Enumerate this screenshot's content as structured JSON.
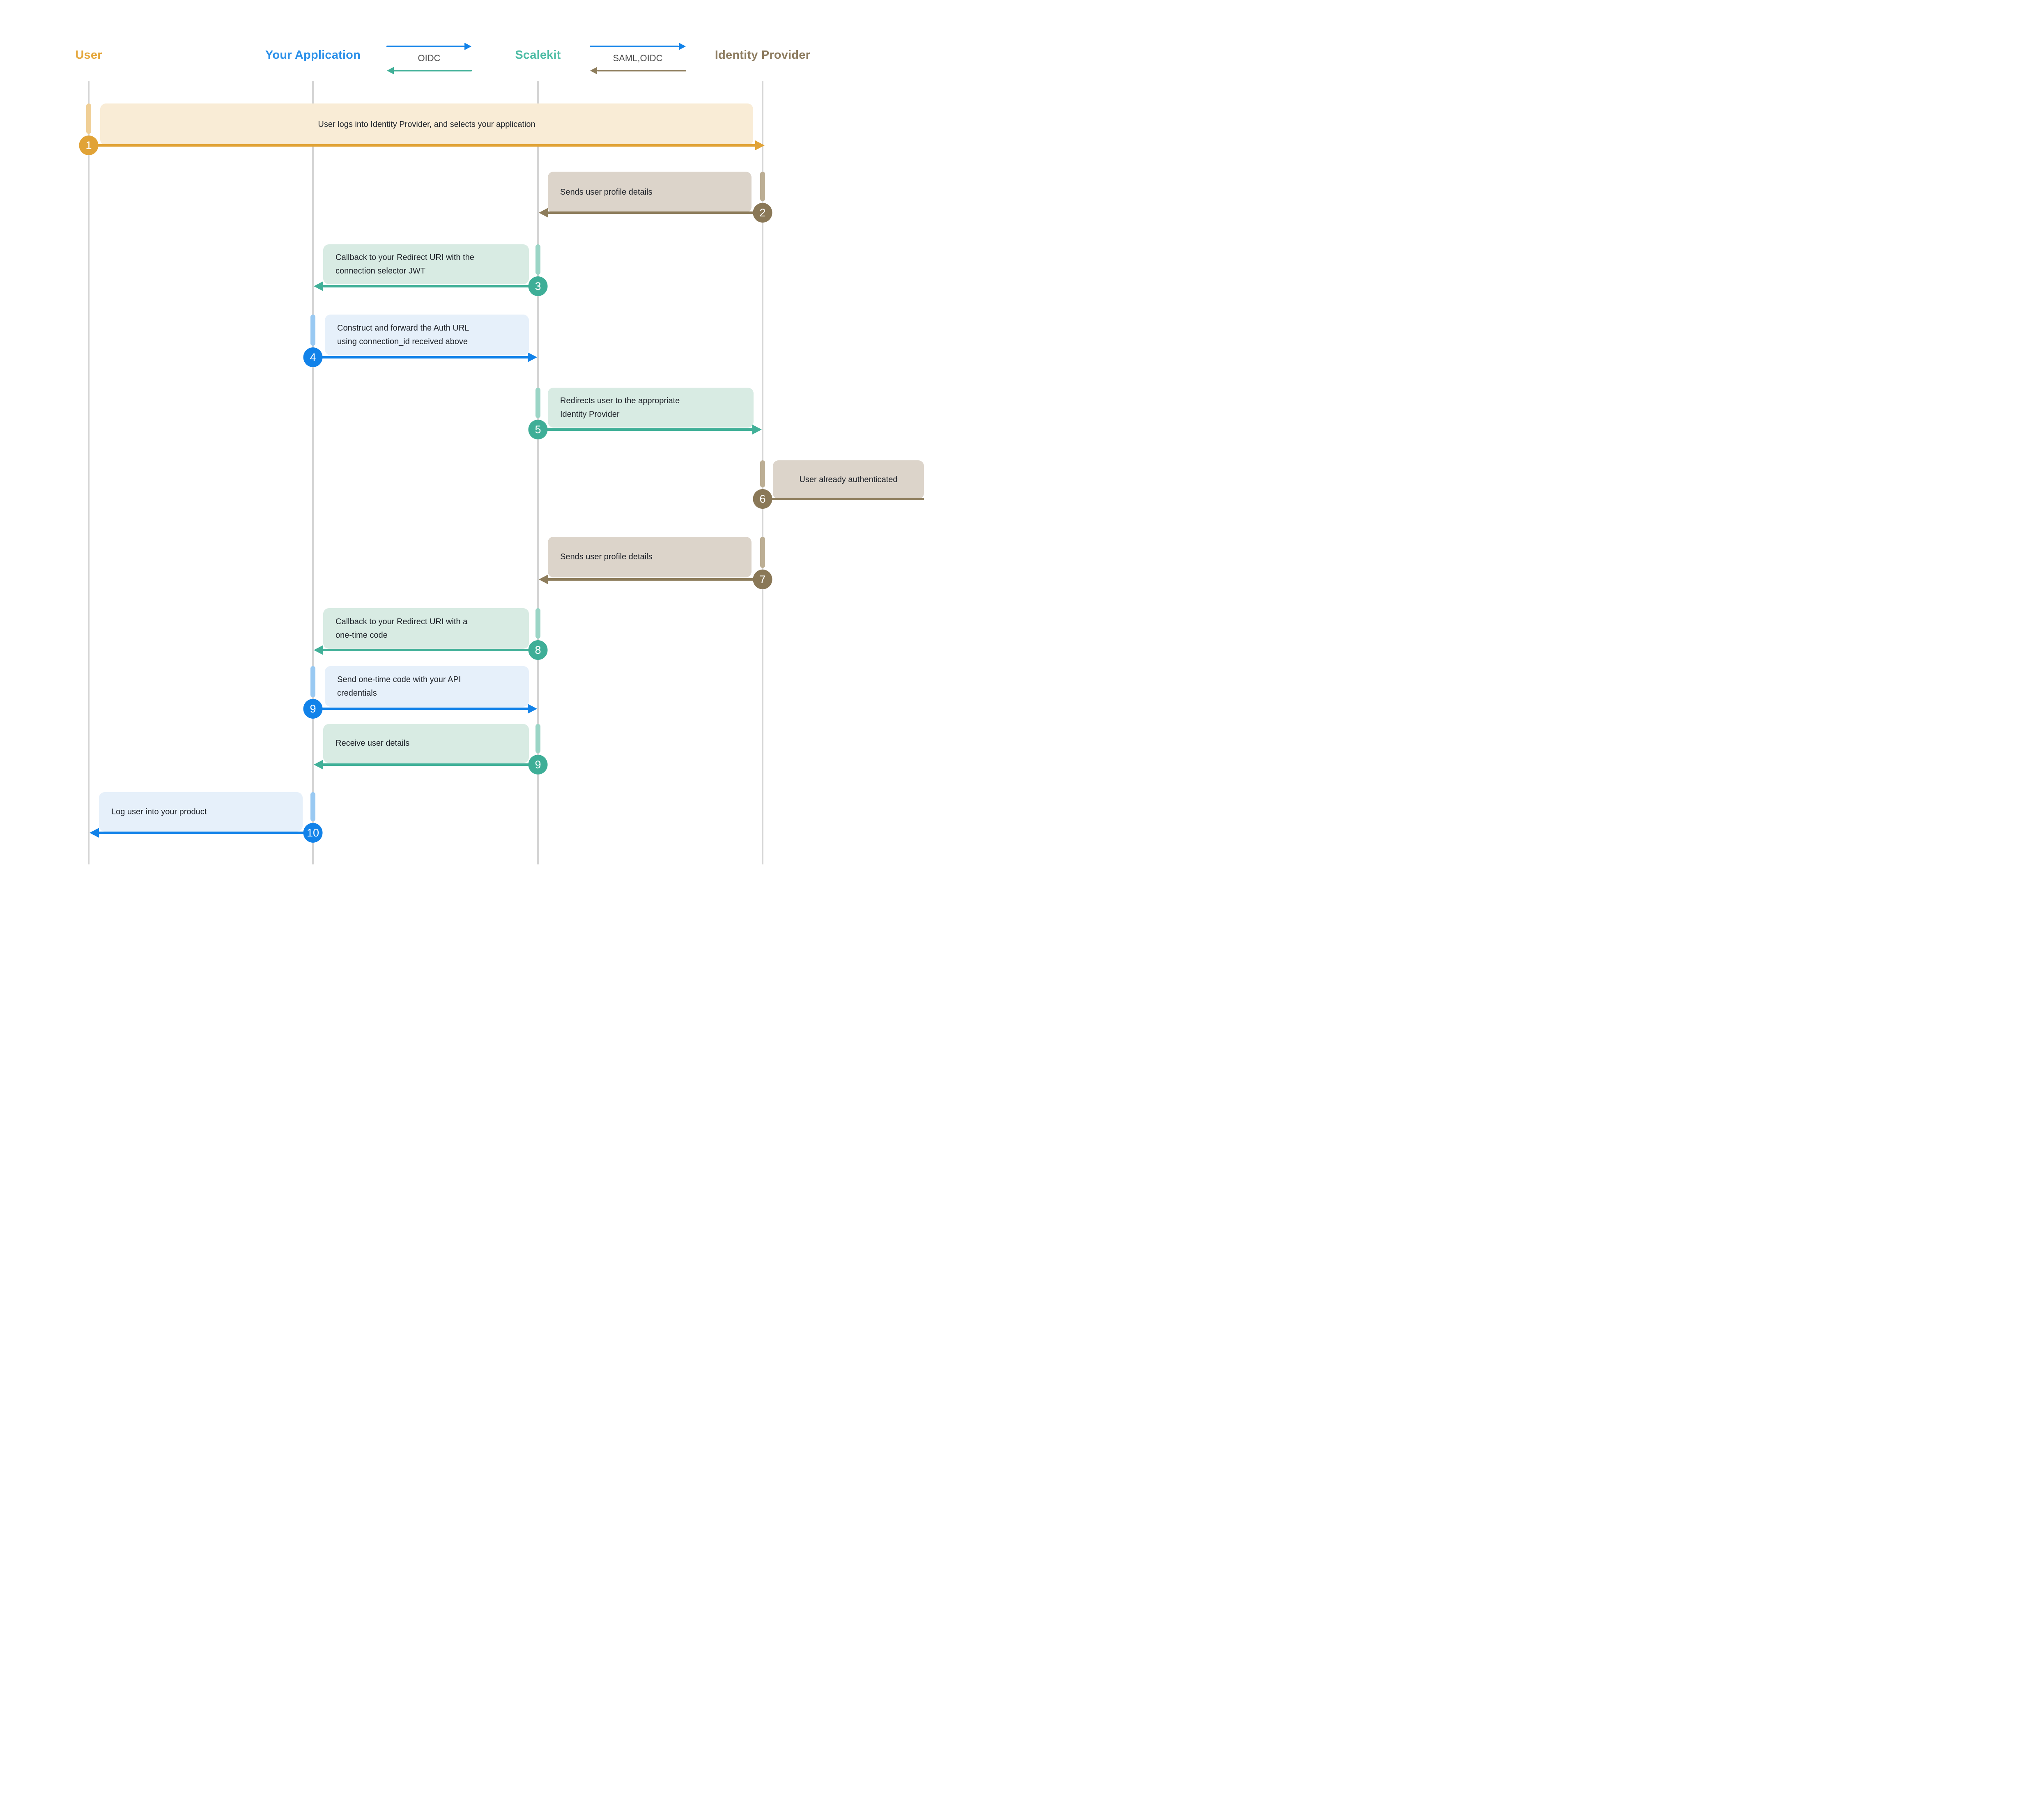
{
  "colors": {
    "orange-header": "#E5A83E",
    "orange-bubble": "#F9ECD6",
    "orange-line": "#E1A337",
    "orange-badge": "#E1A337",
    "orange-act": "#F0CF96",
    "blue-header": "#2B90E9",
    "blue-bubble": "#E6F0FA",
    "blue-line": "#1182E9",
    "blue-badge": "#1182E9",
    "blue-act": "#99C9F2",
    "teal-header": "#4CBCA4",
    "teal-bubble": "#D8EBE3",
    "teal-line": "#41B098",
    "teal-badge": "#3EAE97",
    "teal-act": "#9BD5C6",
    "taupe-header": "#8D7C60",
    "taupe-bubble": "#DCD4CA",
    "taupe-line": "#8D7C5B",
    "taupe-badge": "#8A7857",
    "taupe-act": "#BCAE94",
    "lifeline": "#D5D5D5",
    "legend-label": "#4A4A4A",
    "text": "#20242B"
  },
  "actors": [
    {
      "name": "User"
    },
    {
      "name": "Your Application"
    },
    {
      "name": "Scalekit"
    },
    {
      "name": "Identity Provider"
    }
  ],
  "legend": {
    "oidc": "OIDC",
    "saml_oidc": "SAML,OIDC"
  },
  "messages": [
    {
      "badge": "1",
      "text": "User logs into Identity Provider, and selects your application"
    },
    {
      "badge": "2",
      "text": "Sends user profile details"
    },
    {
      "badge": "3",
      "text": "Callback to your Redirect URI with the\nconnection selector JWT"
    },
    {
      "badge": "4",
      "text": "Construct and forward the Auth URL\nusing connection_id received above"
    },
    {
      "badge": "5",
      "text": "Redirects user to the appropriate\nIdentity Provider"
    },
    {
      "badge": "6",
      "text": "User already authenticated"
    },
    {
      "badge": "7",
      "text": "Sends user profile details"
    },
    {
      "badge": "8",
      "text": "Callback to your Redirect URI with a\none-time code"
    },
    {
      "badge": "9",
      "text": "Send one-time code with your API\ncredentials"
    },
    {
      "badge": "9",
      "text": "Receive user details"
    },
    {
      "badge": "10",
      "text": "Log user into your product"
    }
  ]
}
